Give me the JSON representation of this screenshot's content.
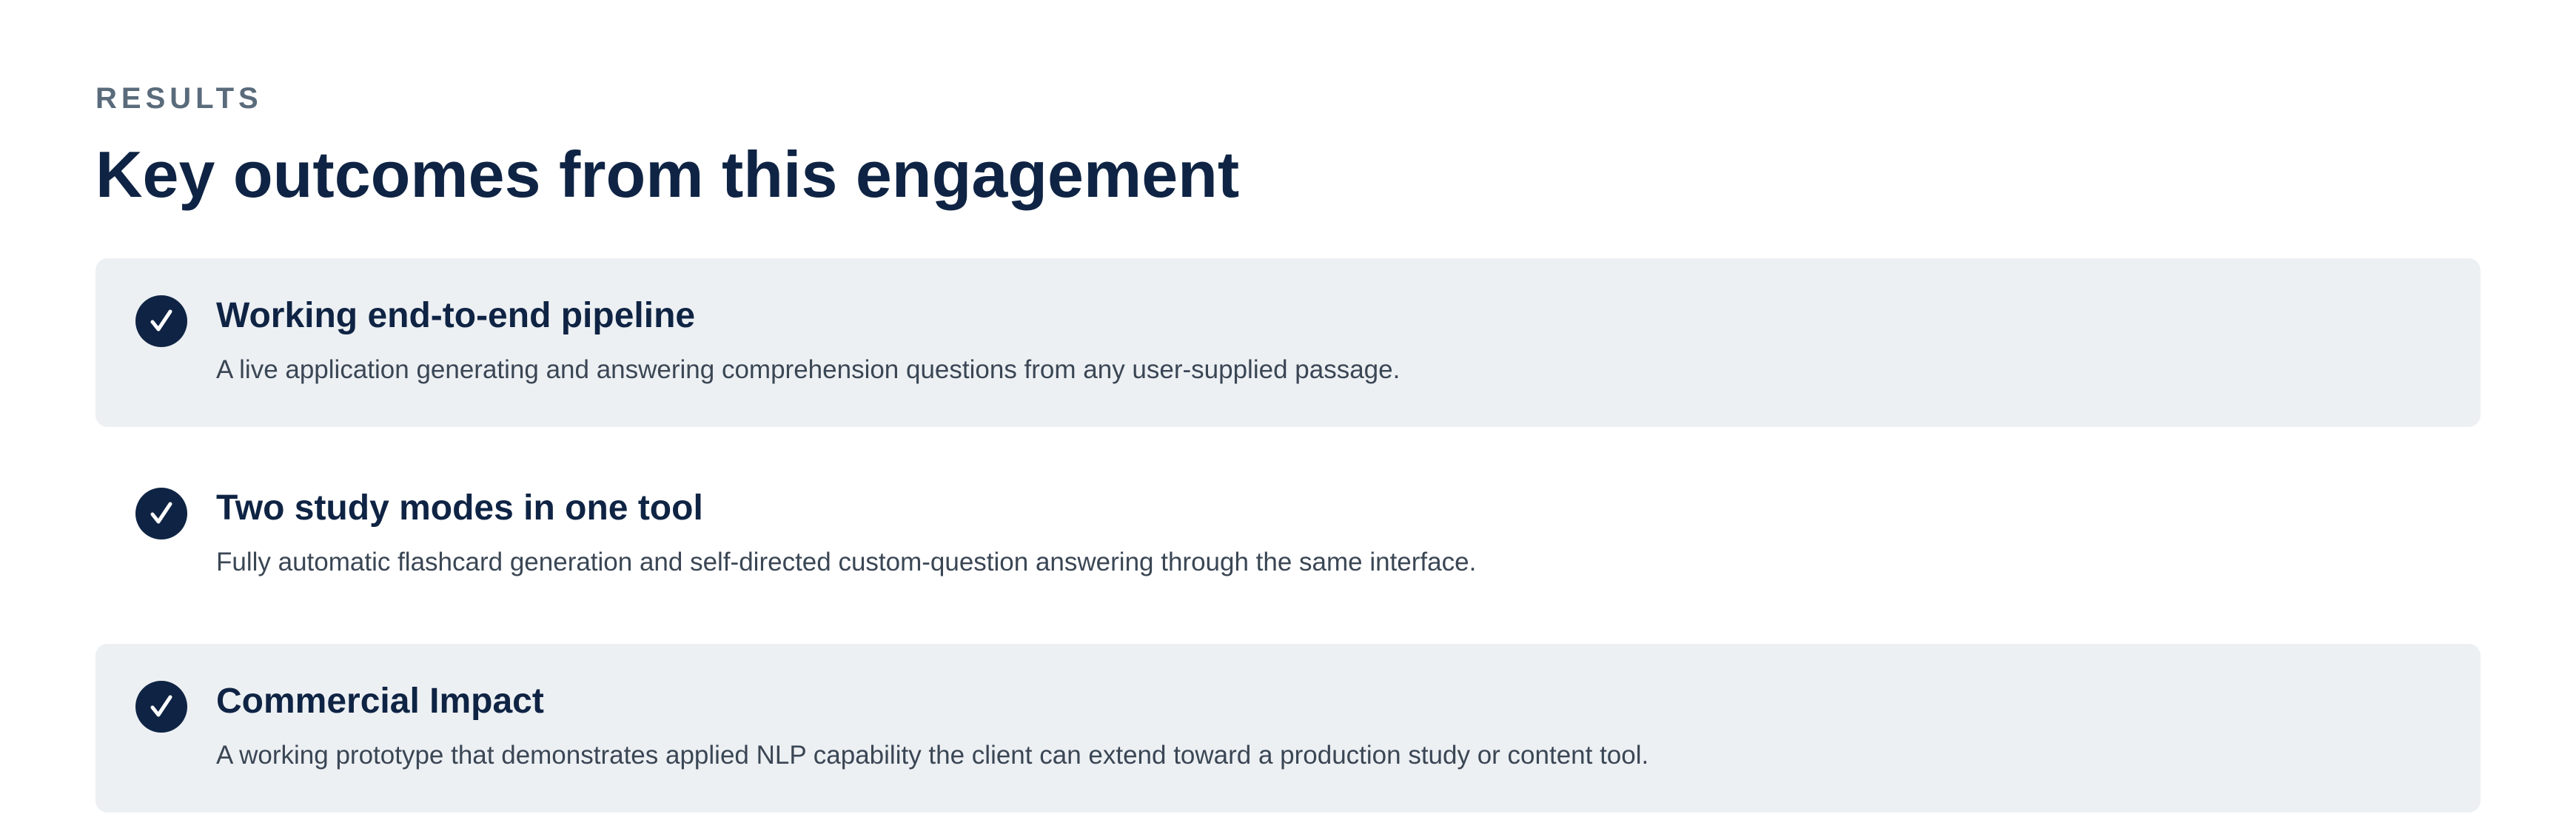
{
  "section": {
    "eyebrow": "RESULTS",
    "title": "Key outcomes from this engagement"
  },
  "outcomes": [
    {
      "icon": "check-circle-icon",
      "title": "Working end-to-end pipeline",
      "description": "A live application generating and answering comprehension questions from any user-supplied passage."
    },
    {
      "icon": "check-circle-icon",
      "title": "Two study modes in one tool",
      "description": "Fully automatic flashcard generation and self-directed custom-question answering through the same interface."
    },
    {
      "icon": "check-circle-icon",
      "title": "Commercial Impact",
      "description": "A working prototype that demonstrates applied NLP capability the client can extend toward a production study or content tool."
    }
  ],
  "colors": {
    "navy": "#0f2444",
    "eyebrow": "#5a6b7b",
    "card_background": "#edf0f3",
    "body_text": "#3a4654"
  }
}
